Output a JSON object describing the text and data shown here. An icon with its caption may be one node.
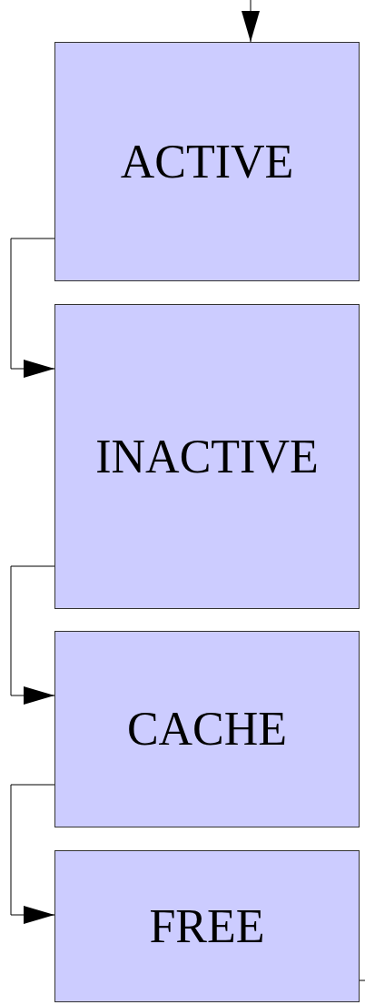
{
  "diagram": {
    "nodes": [
      {
        "text": [
          "ACTIVE"
        ]
      },
      {
        "text": [
          "INACTIVE"
        ]
      },
      {
        "text": [
          "CACHE"
        ]
      },
      {
        "text": [
          "FREE"
        ]
      }
    ],
    "edges": [
      {
        "from": null,
        "to": 0,
        "arrow": "to"
      },
      {
        "from": 0,
        "to": 1,
        "arrow": "to"
      },
      {
        "from": 1,
        "to": 2,
        "arrow": "to"
      },
      {
        "from": 2,
        "to": 3,
        "arrow": "to"
      },
      {
        "from": 3,
        "to": null,
        "arrow": "none"
      }
    ]
  }
}
